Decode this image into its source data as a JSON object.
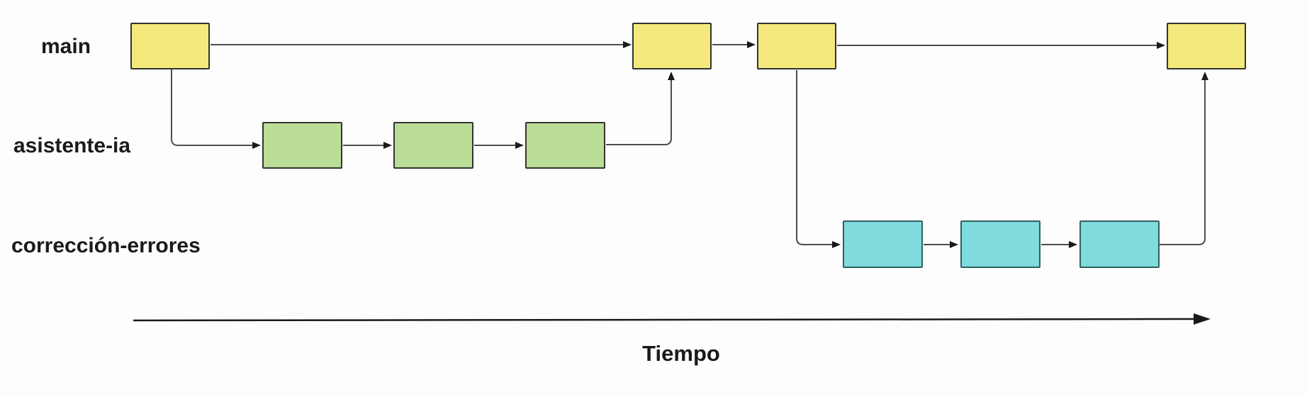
{
  "diagram": {
    "type": "git-branching-timeline",
    "time_axis": {
      "label": "Tiempo"
    },
    "branches": [
      {
        "name": "main",
        "commit_count": 4,
        "fill": "#F4E97C",
        "border": "#333333"
      },
      {
        "name": "asistente-ia",
        "commit_count": 3,
        "fill": "#BADE97",
        "border": "#333333"
      },
      {
        "name": "corrección-errores",
        "commit_count": 3,
        "fill": "#80DCDC",
        "border": "#2F5F5F"
      }
    ],
    "edge_color": "#4D4D4D",
    "label_color": "#1A1A1A",
    "background": "#FDFDFD"
  }
}
